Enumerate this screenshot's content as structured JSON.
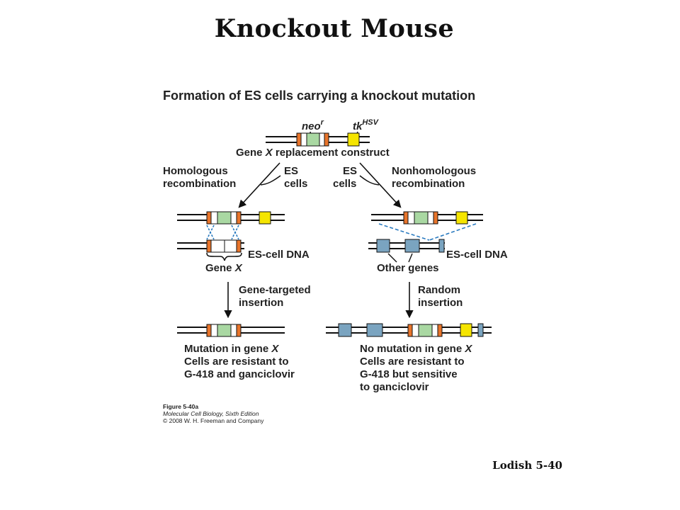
{
  "slide": {
    "title": "Knockout Mouse",
    "credit": "Lodish 5-40"
  },
  "figure": {
    "heading": "Formation of ES cells carrying a knockout mutation",
    "neo_label": "neo",
    "neo_sup": "r",
    "tk_label": "tk",
    "tk_sup": "HSV",
    "construct_label_a": "Gene ",
    "construct_label_x": "X",
    "construct_label_b": " replacement construct",
    "homologous": [
      "Homologous",
      "recombination"
    ],
    "nonhomologous": [
      "Nonhomologous",
      "recombination"
    ],
    "es_cells": [
      "ES",
      "cells"
    ],
    "es_cell_dna": "ES-cell DNA",
    "gene_x_a": "Gene ",
    "gene_x_b": "X",
    "other_genes": "Other genes",
    "gene_targeted": [
      "Gene-targeted",
      "insertion"
    ],
    "random_insertion": [
      "Random",
      "insertion"
    ],
    "left_result": {
      "line1a": "Mutation in gene ",
      "line1b": "X",
      "line2": "Cells are resistant to",
      "line3": "G-418 and ganciclovir"
    },
    "right_result": {
      "line1a": "No mutation in gene ",
      "line1b": "X",
      "line2": "Cells are resistant to",
      "line3": "G-418 but sensitive",
      "line4": "to ganciclovir"
    },
    "caption": {
      "fig": "Figure 5-40a",
      "book": "Molecular Cell Biology, Sixth Edition",
      "copyright": "© 2008 W. H. Freeman and Company"
    }
  },
  "colors": {
    "orange_marker": "#e8742a",
    "neo_green": "#a9d8a2",
    "tk_yellow": "#f5e500",
    "other_gene_blue": "#7aa4c0",
    "crossover_blue": "#2b7bc0",
    "dna_black": "#111111"
  }
}
